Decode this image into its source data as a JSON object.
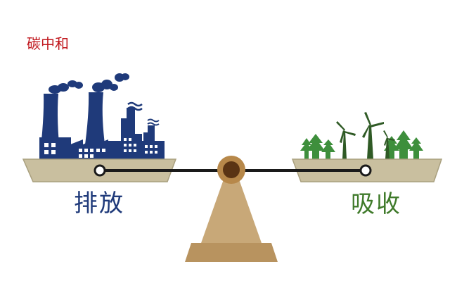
{
  "title": "碳中和",
  "left_label": "排放",
  "right_label": "吸收",
  "colors": {
    "title": "#c0161c",
    "emission": "#1f3a7a",
    "absorption": "#3f7a2a",
    "scale_base": "#c8a878",
    "scale_base_dark": "#b8935f",
    "tray": "#c9bf9f",
    "tray_dark": "#a9a07f",
    "beam": "#1a1a1a",
    "pivot_outer": "#b7884a",
    "pivot_inner": "#5a3414",
    "factory": "#1f3a7a",
    "tree": "#3e8f3c",
    "turbine": "#2f5a25"
  },
  "icons": {
    "left_tray_content": "factory-icon",
    "right_tray_content": "forest-wind-turbine-icon"
  }
}
